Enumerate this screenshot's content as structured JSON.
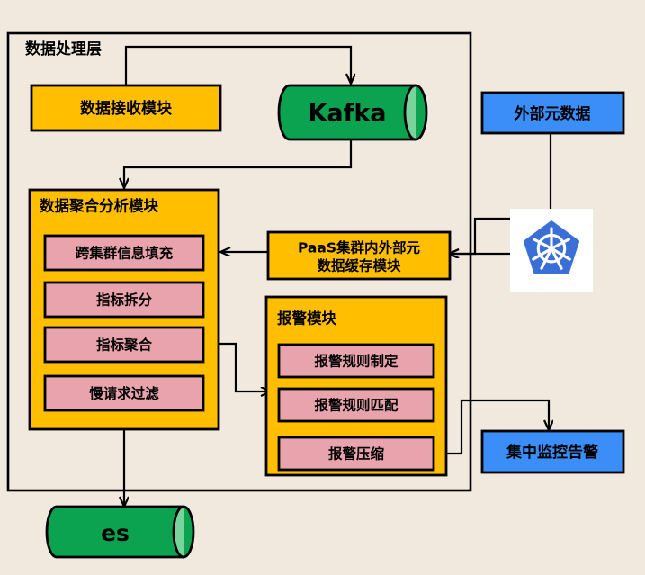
{
  "diagram": {
    "title": "数据处理层",
    "background_color": "#F1E9DD",
    "colors": {
      "orange": "#FFBF00",
      "pink": "#E8A3AC",
      "green": "#0BA350",
      "green_cap": "#78D49B",
      "blue": "#3B8EF7",
      "k8s_blue": "#3A6FD8",
      "stroke": "#000000",
      "container_fill": "#F1E9DD"
    },
    "container": {
      "name": "数据处理层",
      "label": "数据处理层"
    },
    "nodes": {
      "data_receive": {
        "label": "数据接收模块",
        "shape": "rect",
        "color": "#FFBF00"
      },
      "kafka": {
        "label": "Kafka",
        "shape": "cylinder",
        "color": "#0BA350"
      },
      "external_metadata": {
        "label": "外部元数据",
        "shape": "rect",
        "color": "#3B8EF7"
      },
      "kubernetes": {
        "label": "kubernetes-logo",
        "shape": "image",
        "color": "#3A6FD8"
      },
      "paas_cache": {
        "label": "PaaS集群内外部元\n数据缓存模块",
        "line1": "PaaS集群内外部元",
        "line2": "数据缓存模块",
        "shape": "rect",
        "color": "#FFBF00"
      },
      "aggregation": {
        "label": "数据聚合分析模块",
        "color": "#FFBF00",
        "children": [
          {
            "label": "跨集群信息填充",
            "color": "#E8A3AC"
          },
          {
            "label": "指标拆分",
            "color": "#E8A3AC"
          },
          {
            "label": "指标聚合",
            "color": "#E8A3AC"
          },
          {
            "label": "慢请求过滤",
            "color": "#E8A3AC"
          }
        ]
      },
      "alarm": {
        "label": "报警模块",
        "color": "#FFBF00",
        "children": [
          {
            "label": "报警规则制定",
            "color": "#E8A3AC"
          },
          {
            "label": "报警规则匹配",
            "color": "#E8A3AC"
          },
          {
            "label": "报警压缩",
            "color": "#E8A3AC"
          }
        ]
      },
      "central_monitor": {
        "label": "集中监控告警",
        "shape": "rect",
        "color": "#3B8EF7"
      },
      "es": {
        "label": "es",
        "shape": "cylinder",
        "color": "#0BA350"
      }
    },
    "edges": [
      {
        "from": "数据接收模块",
        "to": "Kafka"
      },
      {
        "from": "Kafka",
        "to": "数据聚合分析模块"
      },
      {
        "from": "PaaS集群内外部元数据缓存模块",
        "to": "跨集群信息填充"
      },
      {
        "from": "外部元数据",
        "to": "PaaS集群内外部元数据缓存模块"
      },
      {
        "from": "kubernetes",
        "to": "PaaS集群内外部元数据缓存模块"
      },
      {
        "from": "指标聚合",
        "to": "报警模块"
      },
      {
        "from": "报警压缩",
        "to": "集中监控告警"
      },
      {
        "from": "数据聚合分析模块",
        "to": "es"
      }
    ]
  }
}
